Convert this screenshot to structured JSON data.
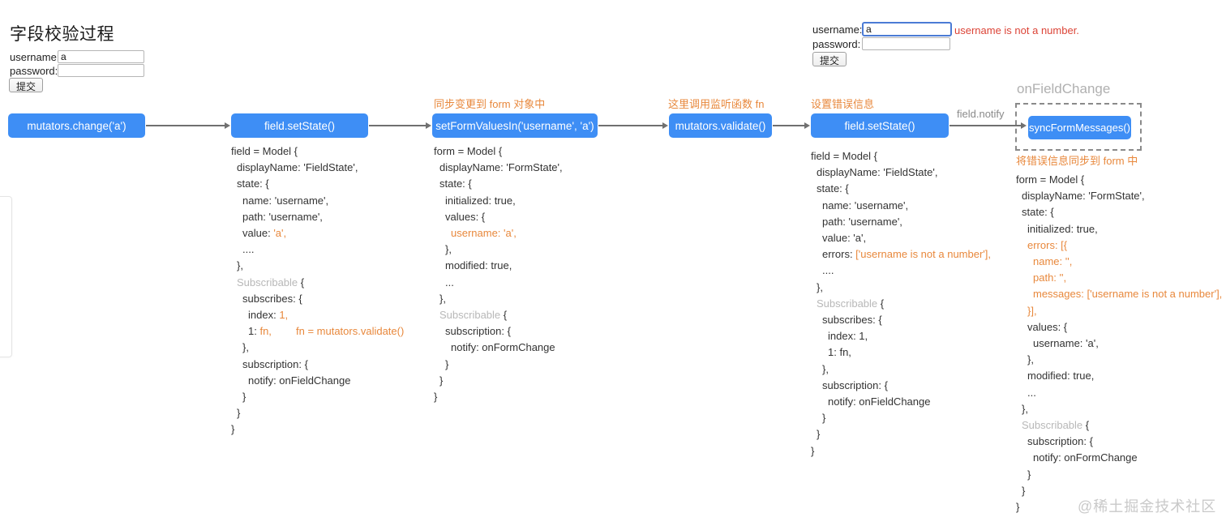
{
  "title": "字段校验过程",
  "left_form": {
    "username_label": "username:",
    "username_value": "a",
    "password_label": "password:",
    "password_value": "",
    "submit_label": "提交"
  },
  "right_form": {
    "username_label": "username:",
    "username_value": "a",
    "password_label": "password:",
    "password_value": "",
    "submit_label": "提交",
    "error": "username is not a number."
  },
  "flow": {
    "nodes": [
      {
        "label": "mutators.change('a')"
      },
      {
        "label": "field.setState()"
      },
      {
        "label": "setFormValuesIn('username', 'a')",
        "annotation": "同步变更到 form 对象中"
      },
      {
        "label": "mutators.validate()",
        "annotation": "这里调用监听函数 fn"
      },
      {
        "label": "field.setState()",
        "annotation": "设置错误信息"
      },
      {
        "label": "syncFormMessages()",
        "group_title": "onFieldChange",
        "annotation_below": "将错误信息同步到 form 中"
      }
    ],
    "edge_label": "field.notify",
    "fn_annotation": "fn = mutators.validate()"
  },
  "colors": {
    "node_blue": "#3e8ef5",
    "annotation_orange": "#e8883c",
    "error_red": "#dc4437",
    "muted_gray": "#b8b8b8"
  },
  "code_blocks": {
    "field_state_1": {
      "lines": [
        {
          "i": 0,
          "s": [
            {
              "t": "field = Model {"
            }
          ]
        },
        {
          "i": 1,
          "s": [
            {
              "t": "displayName: 'FieldState',"
            }
          ]
        },
        {
          "i": 1,
          "s": [
            {
              "t": "state: {"
            }
          ]
        },
        {
          "i": 2,
          "s": [
            {
              "t": "name: 'username',"
            }
          ]
        },
        {
          "i": 2,
          "s": [
            {
              "t": "path: 'username',"
            }
          ]
        },
        {
          "i": 2,
          "s": [
            {
              "t": "value: "
            },
            {
              "t": "'a',",
              "c": "orange"
            }
          ]
        },
        {
          "i": 2,
          "s": [
            {
              "t": "...."
            }
          ]
        },
        {
          "i": 1,
          "s": [
            {
              "t": "},"
            }
          ]
        },
        {
          "i": 1,
          "s": [
            {
              "t": "Subscribable ",
              "c": "gray"
            },
            {
              "t": "{"
            }
          ]
        },
        {
          "i": 2,
          "s": [
            {
              "t": "subscribes: {"
            }
          ]
        },
        {
          "i": 3,
          "s": [
            {
              "t": "index: "
            },
            {
              "t": "1,",
              "c": "orange"
            }
          ]
        },
        {
          "i": 3,
          "s": [
            {
              "t": "1: "
            },
            {
              "t": "fn,",
              "c": "orange"
            }
          ]
        },
        {
          "i": 2,
          "s": [
            {
              "t": "},"
            }
          ]
        },
        {
          "i": 2,
          "s": [
            {
              "t": "subscription: {"
            }
          ]
        },
        {
          "i": 3,
          "s": [
            {
              "t": "notify: onFieldChange"
            }
          ]
        },
        {
          "i": 2,
          "s": [
            {
              "t": "}"
            }
          ]
        },
        {
          "i": 1,
          "s": [
            {
              "t": "}"
            }
          ]
        },
        {
          "i": 0,
          "s": [
            {
              "t": "}"
            }
          ]
        }
      ]
    },
    "form_state_1": {
      "lines": [
        {
          "i": 0,
          "s": [
            {
              "t": "form = Model {"
            }
          ]
        },
        {
          "i": 1,
          "s": [
            {
              "t": "displayName: 'FormState',"
            }
          ]
        },
        {
          "i": 1,
          "s": [
            {
              "t": "state: {"
            }
          ]
        },
        {
          "i": 2,
          "s": [
            {
              "t": "initialized: true,"
            }
          ]
        },
        {
          "i": 2,
          "s": [
            {
              "t": "values: {"
            }
          ]
        },
        {
          "i": 3,
          "s": [
            {
              "t": "username: 'a',",
              "c": "orange"
            }
          ]
        },
        {
          "i": 2,
          "s": [
            {
              "t": "},"
            }
          ]
        },
        {
          "i": 2,
          "s": [
            {
              "t": "modified: true,"
            }
          ]
        },
        {
          "i": 2,
          "s": [
            {
              "t": "..."
            }
          ]
        },
        {
          "i": 1,
          "s": [
            {
              "t": "},"
            }
          ]
        },
        {
          "i": 1,
          "s": [
            {
              "t": "Subscribable ",
              "c": "gray"
            },
            {
              "t": "{"
            }
          ]
        },
        {
          "i": 2,
          "s": [
            {
              "t": "subscription: {"
            }
          ]
        },
        {
          "i": 3,
          "s": [
            {
              "t": "notify: onFormChange"
            }
          ]
        },
        {
          "i": 2,
          "s": [
            {
              "t": "}"
            }
          ]
        },
        {
          "i": 1,
          "s": [
            {
              "t": "}"
            }
          ]
        },
        {
          "i": 0,
          "s": [
            {
              "t": "}"
            }
          ]
        }
      ]
    },
    "field_state_2": {
      "lines": [
        {
          "i": 0,
          "s": [
            {
              "t": "field = Model {"
            }
          ]
        },
        {
          "i": 1,
          "s": [
            {
              "t": "displayName: 'FieldState',"
            }
          ]
        },
        {
          "i": 1,
          "s": [
            {
              "t": "state: {"
            }
          ]
        },
        {
          "i": 2,
          "s": [
            {
              "t": "name: 'username',"
            }
          ]
        },
        {
          "i": 2,
          "s": [
            {
              "t": "path: 'username',"
            }
          ]
        },
        {
          "i": 2,
          "s": [
            {
              "t": "value: 'a',"
            }
          ]
        },
        {
          "i": 2,
          "s": [
            {
              "t": "errors: "
            },
            {
              "t": "['username is not a number'],",
              "c": "orange"
            }
          ]
        },
        {
          "i": 2,
          "s": [
            {
              "t": "...."
            }
          ]
        },
        {
          "i": 1,
          "s": [
            {
              "t": "},"
            }
          ]
        },
        {
          "i": 1,
          "s": [
            {
              "t": "Subscribable ",
              "c": "gray"
            },
            {
              "t": "{"
            }
          ]
        },
        {
          "i": 2,
          "s": [
            {
              "t": "subscribes: {"
            }
          ]
        },
        {
          "i": 3,
          "s": [
            {
              "t": "index: 1,"
            }
          ]
        },
        {
          "i": 3,
          "s": [
            {
              "t": "1: fn,"
            }
          ]
        },
        {
          "i": 2,
          "s": [
            {
              "t": "},"
            }
          ]
        },
        {
          "i": 2,
          "s": [
            {
              "t": "subscription: {"
            }
          ]
        },
        {
          "i": 3,
          "s": [
            {
              "t": "notify: onFieldChange"
            }
          ]
        },
        {
          "i": 2,
          "s": [
            {
              "t": "}"
            }
          ]
        },
        {
          "i": 1,
          "s": [
            {
              "t": "}"
            }
          ]
        },
        {
          "i": 0,
          "s": [
            {
              "t": "}"
            }
          ]
        }
      ]
    },
    "form_state_2": {
      "lines": [
        {
          "i": 0,
          "s": [
            {
              "t": "form = Model {"
            }
          ]
        },
        {
          "i": 1,
          "s": [
            {
              "t": "displayName: 'FormState',"
            }
          ]
        },
        {
          "i": 1,
          "s": [
            {
              "t": "state: {"
            }
          ]
        },
        {
          "i": 2,
          "s": [
            {
              "t": "initialized: true,"
            }
          ]
        },
        {
          "i": 2,
          "s": [
            {
              "t": "errors: [{",
              "c": "orange"
            }
          ]
        },
        {
          "i": 3,
          "s": [
            {
              "t": "name: '',",
              "c": "orange"
            }
          ]
        },
        {
          "i": 3,
          "s": [
            {
              "t": "path: '',",
              "c": "orange"
            }
          ]
        },
        {
          "i": 3,
          "s": [
            {
              "t": "messages: ['username is not a number'],",
              "c": "orange"
            }
          ]
        },
        {
          "i": 2,
          "s": [
            {
              "t": "}],",
              "c": "orange"
            }
          ]
        },
        {
          "i": 2,
          "s": [
            {
              "t": "values: {"
            }
          ]
        },
        {
          "i": 3,
          "s": [
            {
              "t": "username: 'a',"
            }
          ]
        },
        {
          "i": 2,
          "s": [
            {
              "t": "},"
            }
          ]
        },
        {
          "i": 2,
          "s": [
            {
              "t": "modified: true,"
            }
          ]
        },
        {
          "i": 2,
          "s": [
            {
              "t": "..."
            }
          ]
        },
        {
          "i": 1,
          "s": [
            {
              "t": "},"
            }
          ]
        },
        {
          "i": 1,
          "s": [
            {
              "t": "Subscribable ",
              "c": "gray"
            },
            {
              "t": "{"
            }
          ]
        },
        {
          "i": 2,
          "s": [
            {
              "t": "subscription: {"
            }
          ]
        },
        {
          "i": 3,
          "s": [
            {
              "t": "notify: onFormChange"
            }
          ]
        },
        {
          "i": 2,
          "s": [
            {
              "t": "}"
            }
          ]
        },
        {
          "i": 1,
          "s": [
            {
              "t": "}"
            }
          ]
        },
        {
          "i": 0,
          "s": [
            {
              "t": "}"
            }
          ]
        }
      ]
    }
  },
  "watermark": "@稀土掘金技术社区"
}
